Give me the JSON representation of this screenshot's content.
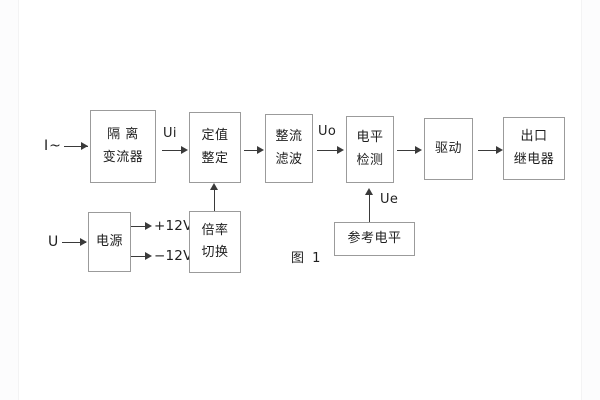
{
  "figure": {
    "caption": "图 1",
    "line_color": "#3a3a3a",
    "box_border_color": "#9b9b9b",
    "background": "#fcfcfd"
  },
  "inputs": {
    "current_source": "I~",
    "voltage_source": "U"
  },
  "blocks": {
    "isolation_ct": {
      "line1": "隔 离",
      "line2": "变流器"
    },
    "setting": {
      "line1": "定值",
      "line2": "整定"
    },
    "rectify_filter": {
      "line1": "整流",
      "line2": "滤波"
    },
    "level_detect": {
      "line1": "电平",
      "line2": "检测"
    },
    "drive": {
      "line1": "驱动"
    },
    "output_relay": {
      "line1": "出口",
      "line2": "继电器"
    },
    "power_supply": {
      "line1": "电源"
    },
    "multiplier_switch": {
      "line1": "倍率",
      "line2": "切换"
    },
    "reference_level": {
      "line1": "参考电平"
    }
  },
  "signals": {
    "ui": "Ui",
    "uo": "Uo",
    "ue": "Ue",
    "rail_positive": "+12V",
    "rail_negative": "−12V"
  }
}
